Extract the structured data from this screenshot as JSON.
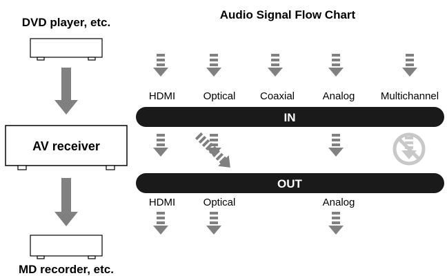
{
  "title": "Audio Signal Flow Chart",
  "source_device": "DVD player, etc.",
  "receiver": "AV receiver",
  "destination_device": "MD recorder, etc.",
  "in_bar": "IN",
  "out_bar": "OUT",
  "inputs": [
    "HDMI",
    "Optical",
    "Coaxial",
    "Analog",
    "Multichannel"
  ],
  "outputs": [
    "HDMI",
    "Optical",
    "Analog"
  ],
  "colors": {
    "arrow": "#808080",
    "bar": "#1a1a1a",
    "no_symbol": "#c8c8c8"
  }
}
